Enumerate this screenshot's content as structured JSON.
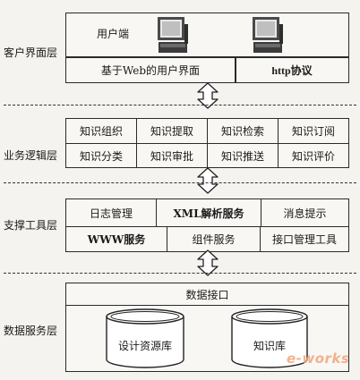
{
  "layers": {
    "client": {
      "label": "客户界面层",
      "user_end": "用户端",
      "web_ui": "基于Web的用户界面",
      "http": "http协议"
    },
    "business": {
      "label": "业务逻辑层",
      "cells": [
        "知识组织",
        "知识提取",
        "知识检索",
        "知识订阅",
        "知识分类",
        "知识审批",
        "知识推送",
        "知识评价"
      ]
    },
    "support": {
      "label": "支撑工具层",
      "row1": [
        "日志管理",
        "XML解析服务",
        "消息提示"
      ],
      "row2": [
        "WWW服务",
        "组件服务",
        "接口管理工具"
      ]
    },
    "data": {
      "label": "数据服务层",
      "interface": "数据接口",
      "db1": "设计资源库",
      "db2": "知识库"
    }
  },
  "watermark": "e-works",
  "icons": [
    "computer-icon",
    "computer-icon",
    "up-down-arrow-icon",
    "up-down-arrow-icon",
    "up-down-arrow-icon",
    "database-cylinder-icon",
    "database-cylinder-icon"
  ]
}
